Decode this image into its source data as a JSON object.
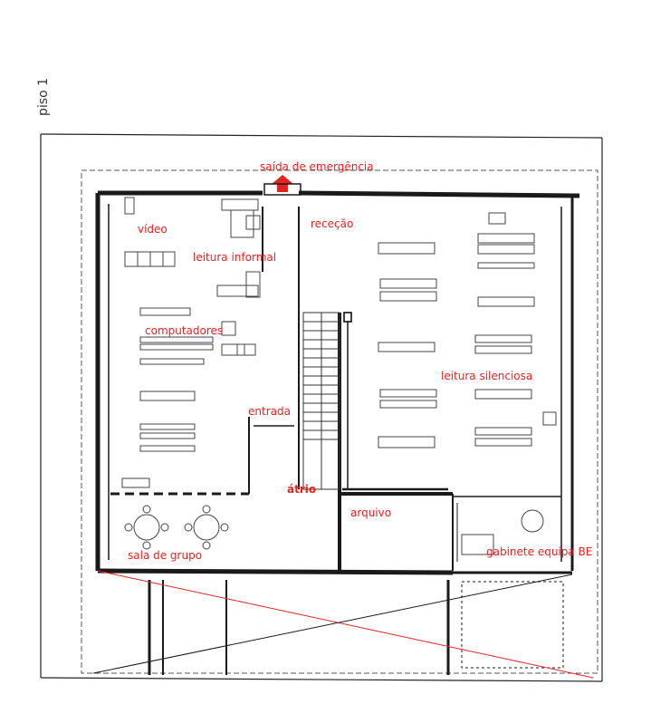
{
  "page_label": "piso 1",
  "rooms": {
    "emergency_exit": "saída de emergência",
    "reception": "receção",
    "video": "vídeo",
    "informal_reading": "leitura informal",
    "computers": "computadores",
    "entrance": "entrada",
    "silent_reading": "leitura silenciosa",
    "atrium": "átrio",
    "archive": "arquivo",
    "group_room": "sala de grupo",
    "team_office": "gabinete equipa BE"
  },
  "colors": {
    "label": "#e8231f",
    "walls": "#1a1a1a",
    "exit_arrow": "#e8231f"
  }
}
